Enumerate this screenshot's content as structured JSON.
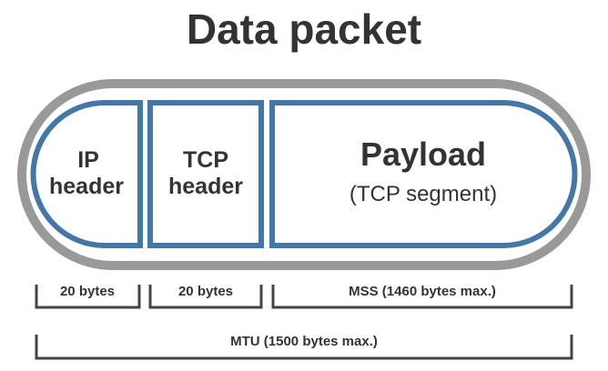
{
  "title": "Data packet",
  "packet": {
    "ip_header": {
      "line1": "IP",
      "line2": "header"
    },
    "tcp_header": {
      "line1": "TCP",
      "line2": "header"
    },
    "payload": {
      "title": "Payload",
      "subtitle": "(TCP segment)"
    }
  },
  "measurements": {
    "ip_size": "20 bytes",
    "tcp_size": "20 bytes",
    "mss": "MSS (1460 bytes max.)",
    "mtu": "MTU (1500 bytes max.)"
  },
  "colors": {
    "outline": "#999999",
    "cell_border": "#4277a8",
    "text": "#333333",
    "bracket": "#444444"
  }
}
